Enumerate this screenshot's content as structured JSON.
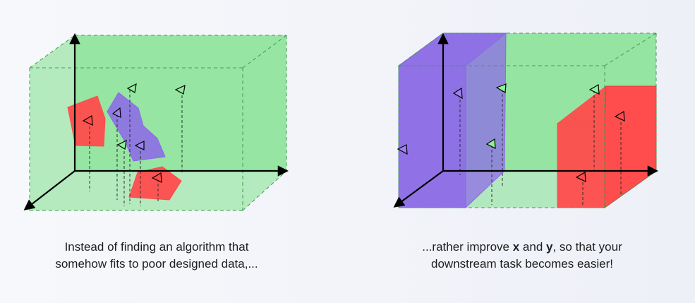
{
  "colors": {
    "box_fill": "#7ee08c",
    "box_edge": "#3e9e4e",
    "red_region": "#ff4c4c",
    "purple_region": "#8d67e9",
    "marker_green": "#8ff09a",
    "marker_purple": "#9a82ef",
    "marker_red": "#ff4c4c",
    "axis": "#000000"
  },
  "captions": {
    "left": {
      "line1": "Instead of finding an algorithm that",
      "line2": "somehow fits to poor designed data,..."
    },
    "right": {
      "line2_pre": "...rather improve ",
      "var_x": "x",
      "and": " and ",
      "var_y": "y",
      "line2_post": ", so that your",
      "line3": "downstream task becomes easier!"
    }
  }
}
